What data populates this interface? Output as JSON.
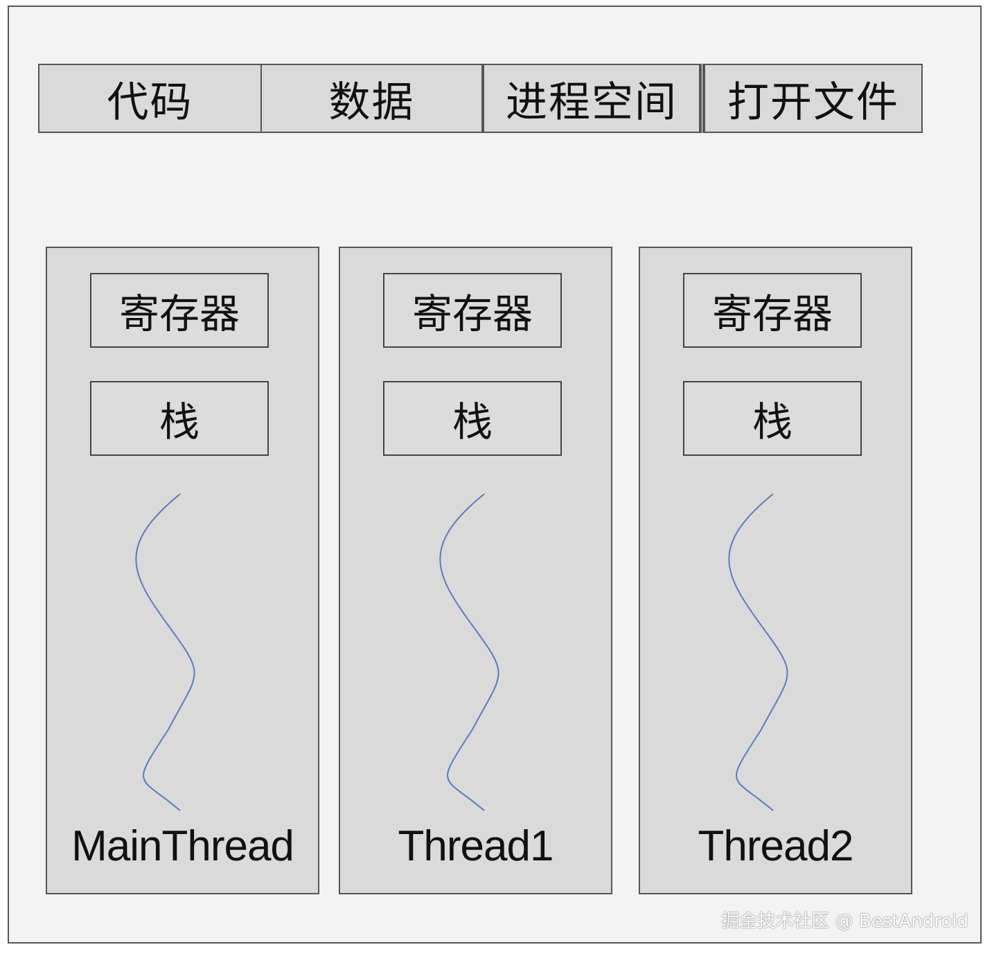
{
  "process_space": {
    "segments": [
      {
        "label": "代码"
      },
      {
        "label": "数据"
      },
      {
        "label": "进程空间"
      },
      {
        "label": "打开文件"
      }
    ]
  },
  "threads": [
    {
      "name": "MainThread",
      "register_label": "寄存器",
      "stack_label": "栈"
    },
    {
      "name": "Thread1",
      "register_label": "寄存器",
      "stack_label": "栈"
    },
    {
      "name": "Thread2",
      "register_label": "寄存器",
      "stack_label": "栈"
    }
  ],
  "watermark": "掘金技术社区 @ BestAndroid",
  "colors": {
    "frame_bg": "#f3f3f3",
    "box_fill": "#dadada",
    "border": "#555555",
    "wave": "#5b7bb8"
  }
}
